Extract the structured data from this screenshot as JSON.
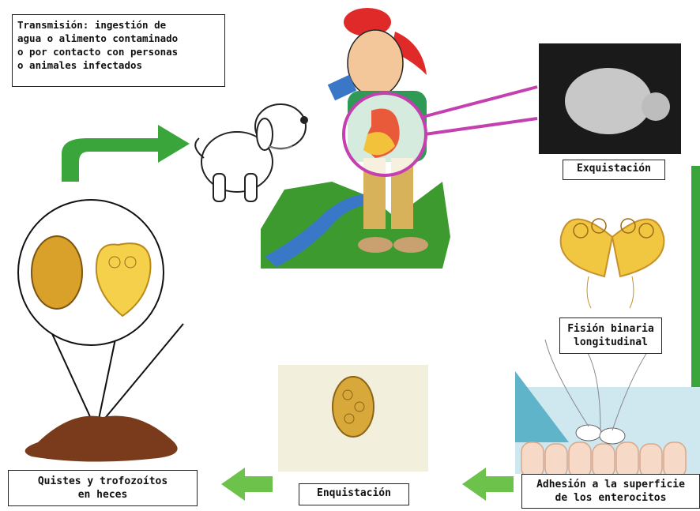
{
  "diagram": {
    "transmission": {
      "lines": [
        "Transmisión: ingestión de",
        "agua o alimento contaminado",
        "o por contacto con personas",
        "o animales infectados"
      ]
    },
    "stages": {
      "excystation": "Exquistación",
      "binary_fission": [
        "Fisión binaria",
        "longitudinal"
      ],
      "adhesion": [
        "Adhesión a la superficie",
        "de los enterocitos"
      ],
      "encystation": "Enquistación",
      "feces": [
        "Quistes y trofozoítos",
        "en heces"
      ]
    },
    "colors": {
      "arrow_green": "#3aa53a",
      "arrow_light_green": "#6cc24a",
      "magnifier": "#c43fb0",
      "soil": "#7a3b1c",
      "parasite": "#e8b42a"
    }
  }
}
